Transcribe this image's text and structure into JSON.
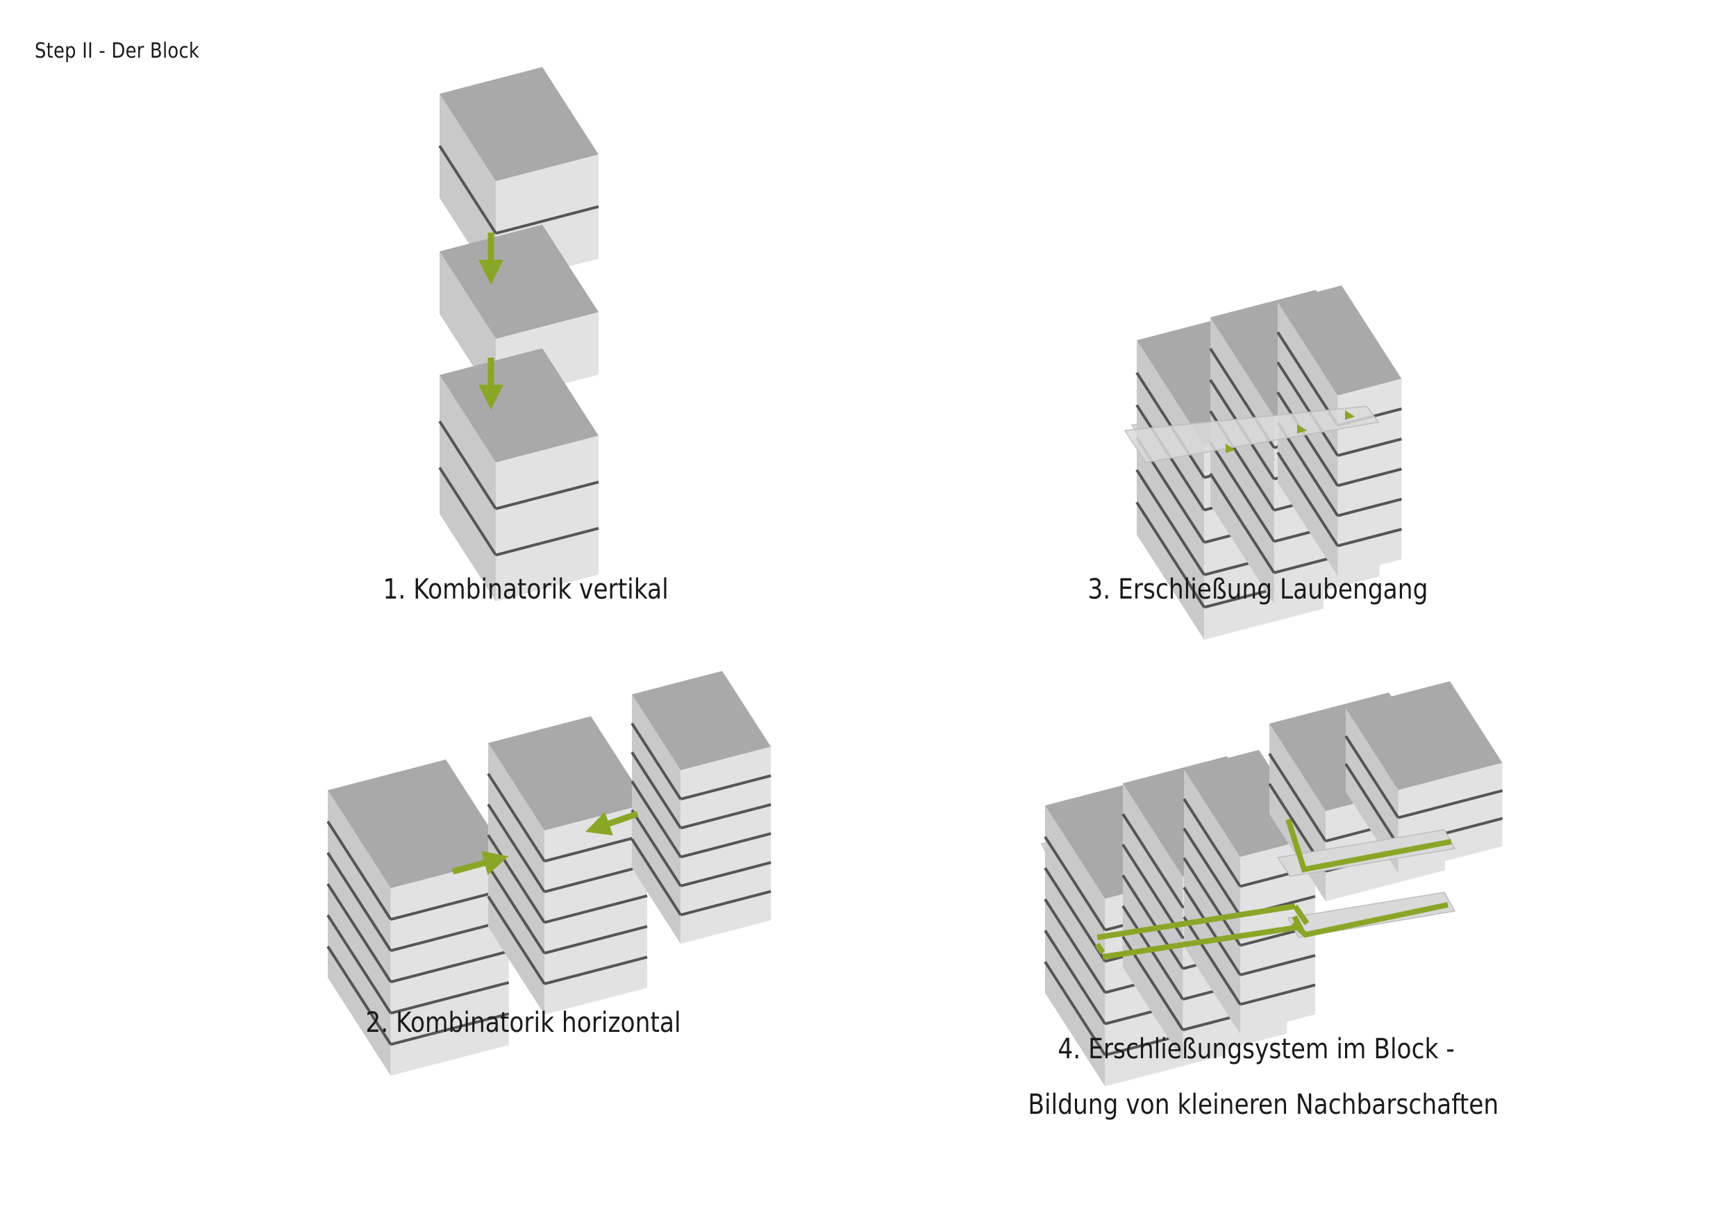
{
  "page": {
    "title": "Step II - Der Block"
  },
  "panels": [
    {
      "id": "vertical",
      "caption": "1. Kombinatorik vertikal"
    },
    {
      "id": "horizontal",
      "caption": "2. Kombinatorik horizontal"
    },
    {
      "id": "laubengang",
      "caption": "3. Erschließung Laubengang"
    },
    {
      "id": "system",
      "caption_line1": "4. Erschließungsystem im Block -",
      "caption_line2": "Bildung von kleineren Nachbarschaften"
    }
  ],
  "colors": {
    "accent_green": "#8aa627",
    "block_top": "#a9a9a9",
    "block_left": "#c9c9c9",
    "block_right": "#e2e2e2",
    "joint": "#555555",
    "deck": "#d9d9d9"
  }
}
